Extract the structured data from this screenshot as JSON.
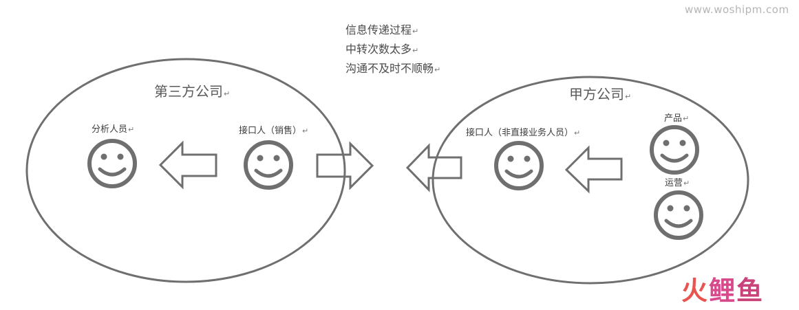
{
  "watermark": "www.woshipm.com",
  "notes": [
    "信息传递过程",
    "中转次数太多",
    "沟通不及时不顺畅"
  ],
  "left_company": {
    "title": "第三方公司",
    "analyst_label": "分析人员",
    "contact_label": "接口人（销售）"
  },
  "right_company": {
    "title": "甲方公司",
    "contact_label": "接口人（非直接业务人员）",
    "product_label": "产品",
    "ops_label": "运营"
  },
  "paragraph_mark": "↵",
  "logo": {
    "char1": "火",
    "char2": "鲤",
    "char3": "鱼"
  },
  "colors": {
    "stroke": "#6f6f6f",
    "text": "#4a4a4a",
    "logo_red": "#e8544e",
    "logo_pink": "#d94a8c"
  }
}
